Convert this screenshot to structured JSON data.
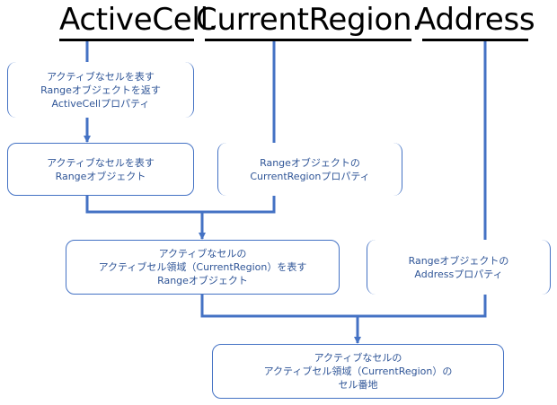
{
  "colors": {
    "line": "#4472C4",
    "text": "#2F5597",
    "title": "#000000"
  },
  "title": {
    "part1": "ActiveCell.",
    "part2": "CurrentRegion.",
    "part3": "Address"
  },
  "boxes": {
    "activecell_property": [
      "アクティブなセルを表す",
      "Rangeオブジェクトを返す",
      "ActiveCellプロパティ"
    ],
    "active_range_object": [
      "アクティブなセルを表す",
      "Rangeオブジェクト"
    ],
    "currentregion_property": [
      "Rangeオブジェクトの",
      "CurrentRegionプロパティ"
    ],
    "currentregion_range_object": [
      "アクティブなセルの",
      "アクティブセル領域（CurrentRegion）を表す",
      "Rangeオブジェクト"
    ],
    "address_property": [
      "Rangeオブジェクトの",
      "Addressプロパティ"
    ],
    "result_address": [
      "アクティブなセルの",
      "アクティブセル領域（CurrentRegion）の",
      "セル番地"
    ]
  }
}
